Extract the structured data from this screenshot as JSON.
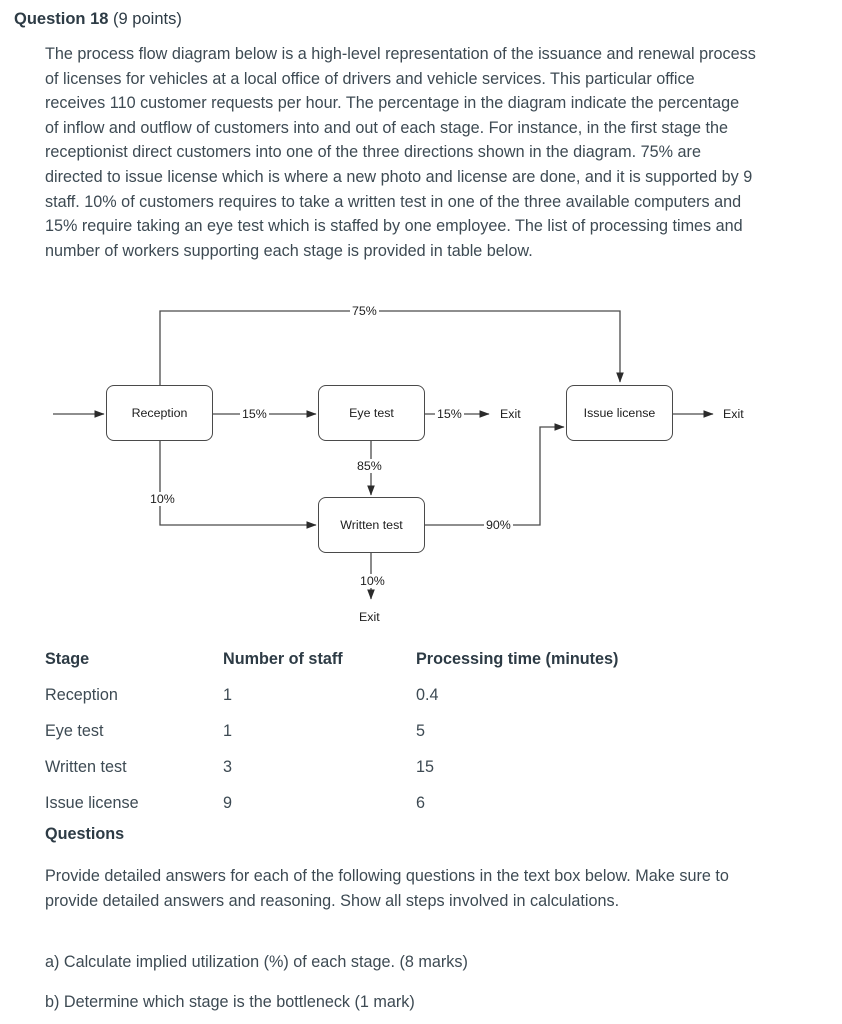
{
  "question": {
    "title": "Question 18",
    "points": "(9 points)",
    "body": "The process flow diagram below is a high-level representation of the issuance and renewal process of licenses for vehicles at a local office of drivers and vehicle services. This particular office receives 110 customer requests per hour. The percentage in the diagram indicate the percentage of inflow and outflow of customers into and out of each stage. For instance, in the first stage the receptionist direct customers into one of the three directions shown in the diagram. 75% are directed to issue license which is where a new photo and license are done, and it is supported by 9 staff. 10% of customers requires to take a written test in one of the three available computers and 15% require taking an eye test which is staffed by one employee. The list of processing times and number of workers supporting each stage is provided in table below."
  },
  "diagram": {
    "nodes": {
      "reception": "Reception",
      "eye_test": "Eye test",
      "written_test": "Written test",
      "issue_license": "Issue license"
    },
    "edge_labels": {
      "reception_to_issue": "75%",
      "reception_to_eye": "15%",
      "reception_to_written": "10%",
      "eye_to_exit": "15%",
      "eye_to_written": "85%",
      "written_to_issue": "90%",
      "written_to_exit": "10%"
    },
    "exits": {
      "eye_exit": "Exit",
      "issue_exit": "Exit",
      "written_exit": "Exit"
    },
    "stroke_color": "#4a4a4a",
    "text_color": "#1d1d1d"
  },
  "table": {
    "headers": [
      "Stage",
      "Number of staff",
      "Processing time (minutes)"
    ],
    "rows": [
      {
        "stage": "Reception",
        "staff": "1",
        "time": "0.4"
      },
      {
        "stage": "Eye test",
        "staff": "1",
        "time": "5"
      },
      {
        "stage": "Written test",
        "staff": "3",
        "time": "15"
      },
      {
        "stage": "Issue license",
        "staff": "9",
        "time": "6"
      }
    ]
  },
  "questions_section": {
    "heading": "Questions",
    "intro": "Provide detailed answers for each of the following questions in the text box below. Make sure to provide detailed answers and reasoning. Show all steps involved in calculations.",
    "item_a": "a) Calculate implied utilization (%) of each stage. (8 marks)",
    "item_b": "b) Determine which stage is the bottleneck (1 mark)"
  }
}
